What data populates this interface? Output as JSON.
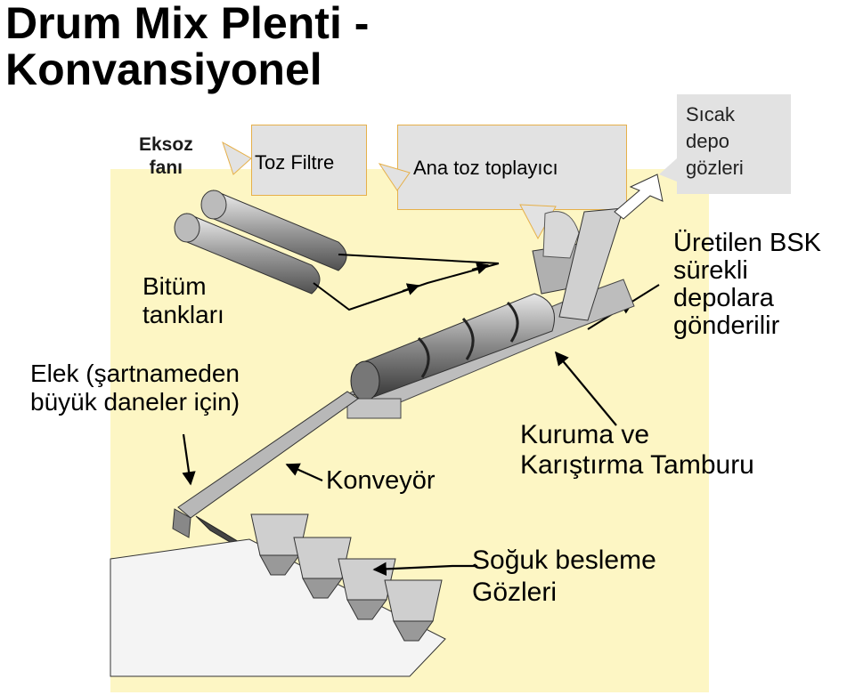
{
  "title": {
    "line1": "Drum Mix Plenti -",
    "line2": "Konvansiyonel"
  },
  "labels": {
    "eksoz_line1": "Eksoz",
    "eksoz_line2": "fanı",
    "toz_filtre": "Toz Filtre",
    "ana_toz": "Ana toz toplayıcı",
    "sicak_line1": "Sıcak",
    "sicak_line2": "depo",
    "sicak_line3": "gözleri",
    "bitum_line1": "Bitüm",
    "bitum_line2": "tankları",
    "elek_line1": "Elek (şartnameden",
    "elek_line2": "büyük daneler için)",
    "uretilen_line1": "Üretilen BSK",
    "uretilen_line2": "sürekli",
    "uretilen_line3": "depolara",
    "uretilen_line4": "gönderilir",
    "kuruma_line1": "Kuruma ve",
    "kuruma_line2": "Karıştırma Tamburu",
    "konveyor": "Konveyör",
    "soguk_line1": "Soğuk besleme",
    "soguk_line2": "Gözleri"
  },
  "colors": {
    "panel": "#fdf6c4",
    "box": "#e2e2e2",
    "box_border": "#e6b04a",
    "ink": "#000000"
  }
}
